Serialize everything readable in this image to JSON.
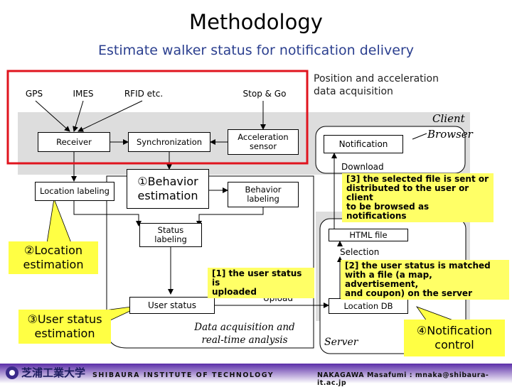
{
  "title": "Methodology",
  "subtitle": "Estimate walker status for notification delivery",
  "acquisition_note": "Position and acceleration\ndata acquisition",
  "sensors": {
    "gps": "GPS",
    "imes": "IMES",
    "rfid": "RFID etc.",
    "stop_go": "Stop & Go"
  },
  "client": {
    "client_label": "Client",
    "browser_label": "Browser",
    "notification": "Notification",
    "download": "Download"
  },
  "process": {
    "receiver": "Receiver",
    "synchronization": "Synchronization",
    "acceleration_sensor": "Acceleration\nsensor",
    "location_labeling": "Location labeling",
    "behavior_estimation": "①Behavior\nestimation",
    "behavior_labeling": "Behavior\nlabeling",
    "status_labeling": "Status\nlabeling",
    "user_status": "User status",
    "upload": "Upload",
    "data_acq_caption": "Data acquisition and\nreal-time analysis"
  },
  "server": {
    "html_file": "HTML file",
    "selection": "Selection",
    "location_db": "Location DB",
    "server_label": "Server"
  },
  "notes": {
    "note1": "[1] the user status is\nuploaded",
    "note2": "[2]  the user status is matched\nwith a file (a map, advertisement,\nand coupon) on the server",
    "note3": "[3] the selected file is sent or\ndistributed to the user or client\nto be browsed as notifications"
  },
  "callouts": {
    "location_estimation": "②Location\nestimation",
    "user_status_estimation": "③User status\nestimation",
    "notification_control": "④Notification\ncontrol"
  },
  "footer": {
    "logo_text": "芝浦工業大学",
    "institute": "SHIBAURA INSTITUTE OF TECHNOLOGY",
    "author": "NAKAGAWA Masafumi : mnaka@shibaura-it.ac.jp"
  },
  "colors": {
    "highlight_border": "#e0141e",
    "note_fill": "#ffff66",
    "panel_gray": "#dddddd",
    "subtitle": "#2b3f8f"
  }
}
